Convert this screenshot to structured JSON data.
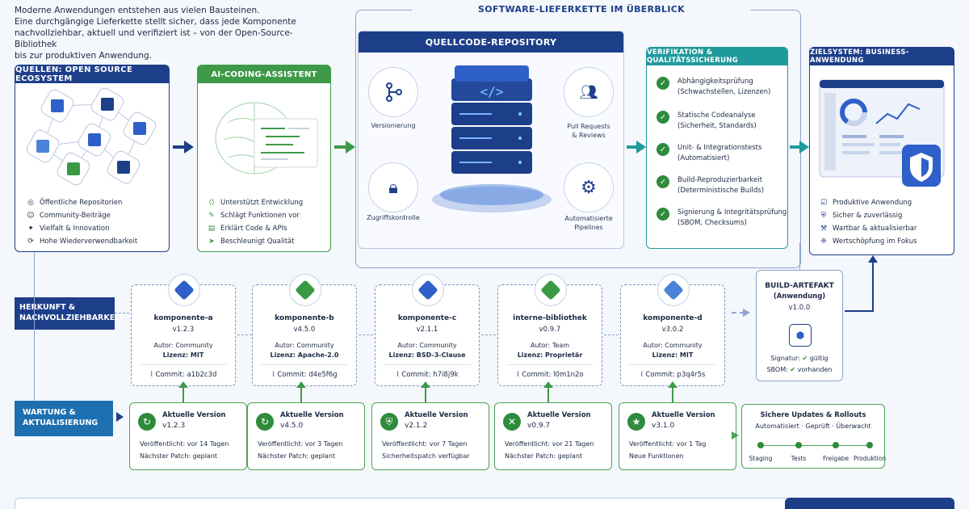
{
  "intro": [
    "Moderne Anwendungen entstehen aus vielen Bausteinen.",
    "Eine durchgängige Lieferkette stellt sicher, dass jede Komponente",
    "nachvollziehbar, aktuell und verifiziert ist – von der Open-Source-Bibliothek",
    "bis zur produktiven Anwendung."
  ],
  "main_title": "SOFTWARE-LIEFERKETTE IM ÜBERBLICK",
  "sources": {
    "title": "QUELLEN: OPEN SOURCE ECOSYSTEM",
    "items": [
      "Öffentliche Repositorien",
      "Community-Beiträge",
      "Vielfalt & Innovation",
      "Hohe Wiederverwendbarkeit"
    ]
  },
  "ai": {
    "title": "AI-CODING-ASSISTENT",
    "items": [
      "Unterstützt Entwicklung",
      "Schlägt Funktionen vor",
      "Erklärt Code & APIs",
      "Beschleunigt Qualität"
    ]
  },
  "repo": {
    "title": "QUELLCODE-REPOSITORY",
    "versioning": "Versionierung",
    "pull_requests": [
      "Pull Requests",
      "& Reviews"
    ],
    "access": "Zugriffskontrolle",
    "pipelines": [
      "Automatisierte",
      "Pipelines"
    ]
  },
  "verify": {
    "title": "VERIFIKATION & QUALITÄTSSICHERUNG",
    "items": [
      {
        "title": "Abhängigkeitsprüfung",
        "sub": "(Schwachstellen, Lizenzen)"
      },
      {
        "title": "Statische Codeanalyse",
        "sub": "(Sicherheit, Standards)"
      },
      {
        "title": "Unit- & Integrationstests",
        "sub": "(Automatisiert)"
      },
      {
        "title": "Build-Reproduzierbarkeit",
        "sub": "(Deterministische Builds)"
      },
      {
        "title": "Signierung & Integritätsprüfung",
        "sub": "(SBOM, Checksums)"
      }
    ]
  },
  "target": {
    "title": "ZIELSYSTEM: BUSINESS-ANWENDUNG",
    "items": [
      "Produktive Anwendung",
      "Sicher & zuverlässig",
      "Wartbar & aktualisierbar",
      "Wertschöpfung im Fokus"
    ]
  },
  "herkunft": [
    "HERKUNFT &",
    "NACHVOLLZIEHBARKEIT"
  ],
  "wartung": [
    "WARTUNG &",
    "AKTUALISIERUNG"
  ],
  "components": [
    {
      "name": "komponente-a",
      "version": "v1.2.3",
      "author": "Autor: Community",
      "license": "Lizenz: MIT",
      "commit": "Commit: a1b2c3d",
      "color": "#2f5fc8"
    },
    {
      "name": "komponente-b",
      "version": "v4.5.0",
      "author": "Autor: Community",
      "license": "Lizenz: Apache-2.0",
      "commit": "Commit: d4e5f6g",
      "color": "#3a9a44"
    },
    {
      "name": "komponente-c",
      "version": "v2.1.1",
      "author": "Autor: Community",
      "license": "Lizenz: BSD-3-Clause",
      "commit": "Commit: h7i8j9k",
      "color": "#2f5fc8"
    },
    {
      "name": "interne-bibliothek",
      "version": "v0.9.7",
      "author": "Autor: Team",
      "license": "Lizenz: Proprietär",
      "commit": "Commit: l0m1n2o",
      "color": "#3a9a44"
    },
    {
      "name": "komponente-d",
      "version": "v3.0.2",
      "author": "Autor: Community",
      "license": "Lizenz: MIT",
      "commit": "Commit: p3q4r5s",
      "color": "#4a82d8"
    }
  ],
  "build": {
    "title": "BUILD-ARTEFAKT",
    "subtitle": "(Anwendung)",
    "version": "v1.0.0",
    "signature_label": "Signatur:",
    "signature_value": "gültig",
    "sbom_label": "SBOM:",
    "sbom_value": "vorhanden"
  },
  "updates": [
    {
      "title": "Aktuelle Version",
      "version": "v1.2.3",
      "line1": "Veröffentlicht: vor 14 Tagen",
      "line2": "Nächster Patch: geplant",
      "icon": "↻"
    },
    {
      "title": "Aktuelle Version",
      "version": "v4.5.0",
      "line1": "Veröffentlicht: vor 3 Tagen",
      "line2": "Nächster Patch: geplant",
      "icon": "↻"
    },
    {
      "title": "Aktuelle Version",
      "version": "v2.1.2",
      "line1": "Veröffentlicht: vor 7 Tagen",
      "line2": "Sicherheitspatch verfügbar",
      "icon": "⛨"
    },
    {
      "title": "Aktuelle Version",
      "version": "v0.9.7",
      "line1": "Veröffentlicht: vor 21 Tagen",
      "line2": "Nächster Patch: geplant",
      "icon": "✕"
    },
    {
      "title": "Aktuelle Version",
      "version": "v3.1.0",
      "line1": "Veröffentlicht: vor 1 Tag",
      "line2": "Neue Funktionen",
      "icon": "★"
    }
  ],
  "rollout": {
    "title": "Sichere Updates & Rollouts",
    "subtitle": "Automatisiert · Geprüft · Überwacht",
    "stages": [
      "Staging",
      "Tests",
      "Freigabe",
      "Produktion"
    ]
  },
  "colors": {
    "navy": "#1d3f8a",
    "green": "#3e9a49",
    "teal": "#1f9a9c"
  }
}
